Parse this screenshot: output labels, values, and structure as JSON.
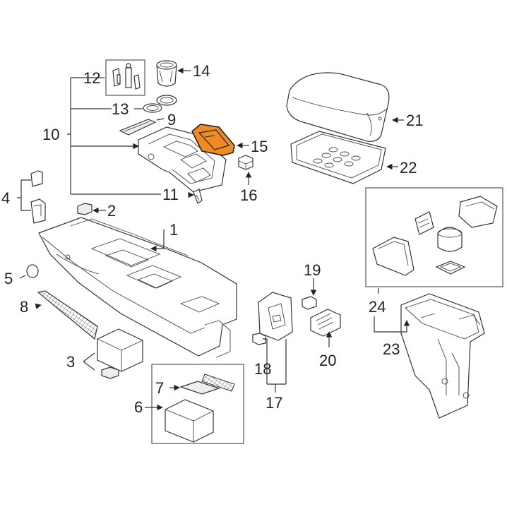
{
  "diagram": {
    "callouts": {
      "c1": "1",
      "c2": "2",
      "c3": "3",
      "c4": "4",
      "c5": "5",
      "c6": "6",
      "c7": "7",
      "c8": "8",
      "c9": "9",
      "c10": "10",
      "c11": "11",
      "c12": "12",
      "c13": "13",
      "c14": "14",
      "c15": "15",
      "c16": "16",
      "c17": "17",
      "c18": "18",
      "c19": "19",
      "c20": "20",
      "c21": "21",
      "c22": "22",
      "c23": "23",
      "c24": "24"
    },
    "highlight_color": "#f08a24",
    "highlighted_part": "15"
  }
}
